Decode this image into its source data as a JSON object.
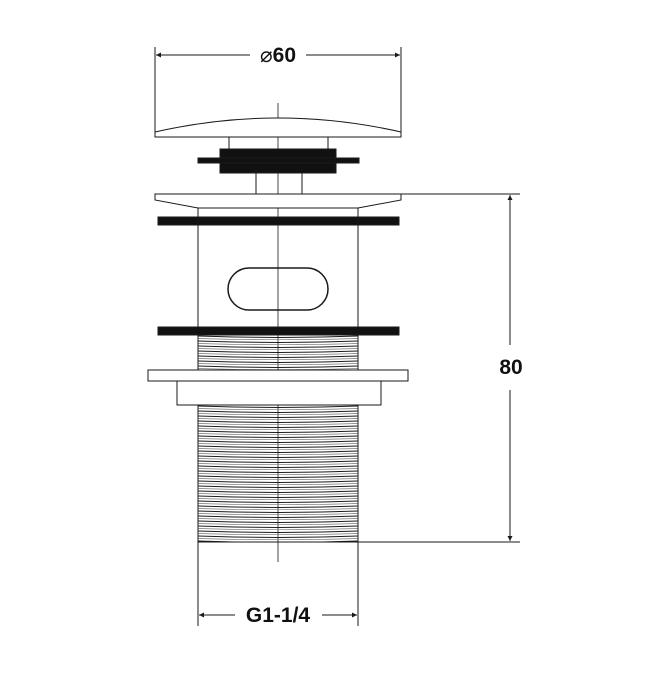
{
  "drawing": {
    "dimensions": {
      "diameter_symbol": "⌀",
      "diameter_value": "60",
      "height": "80",
      "thread": "G1-1/4"
    },
    "colors": {
      "line": "#1a1a1a",
      "background": "#ffffff"
    }
  }
}
